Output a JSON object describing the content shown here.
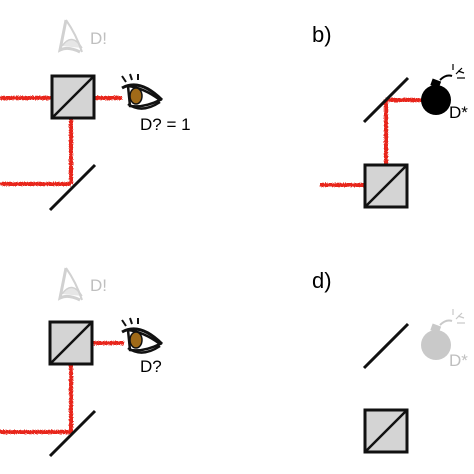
{
  "panel_labels": {
    "b": "b)",
    "d": "d)"
  },
  "detectors": {
    "bright": "D!",
    "dark": "D?",
    "dark_reading": "D? = 1",
    "bomb": "D*"
  },
  "colors": {
    "beam": "#e8281e",
    "splitter_fill": "#d4d4d4",
    "outline": "#111111",
    "inactive": "#c8c8c8",
    "eye_iris": "#a06a18",
    "bomb_active": "#000000",
    "bomb_inactive": "#c9c9c9"
  },
  "icons": {
    "eye": "eye-icon",
    "bomb": "bomb-icon",
    "beam_splitter": "beam-splitter",
    "mirror": "mirror"
  }
}
